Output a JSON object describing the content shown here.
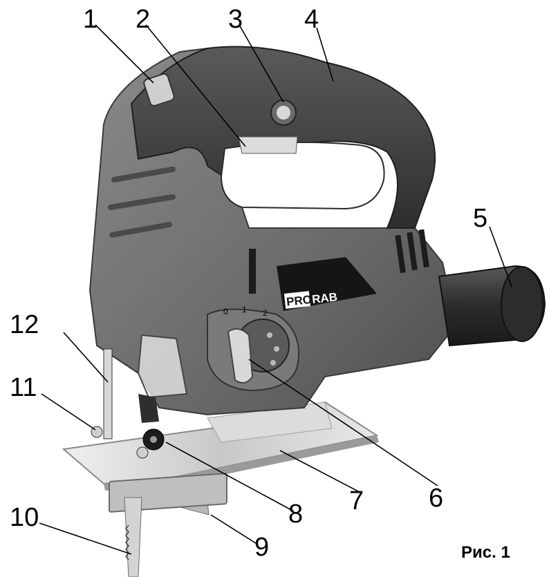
{
  "figure": {
    "caption": "Рис. 1",
    "brand": {
      "left": "PRO",
      "right": "RAB",
      "mark": "®"
    },
    "dial_marks": [
      "0",
      "1",
      "2"
    ],
    "callouts": [
      "1",
      "2",
      "3",
      "4",
      "5",
      "6",
      "7",
      "8",
      "9",
      "10",
      "11",
      "12"
    ]
  },
  "colors": {
    "body": "#6e6e6e",
    "handle": "#4a4a4a",
    "dark": "#2a2a2a",
    "metal": "#cfcfcf",
    "background": "#ffffff"
  }
}
